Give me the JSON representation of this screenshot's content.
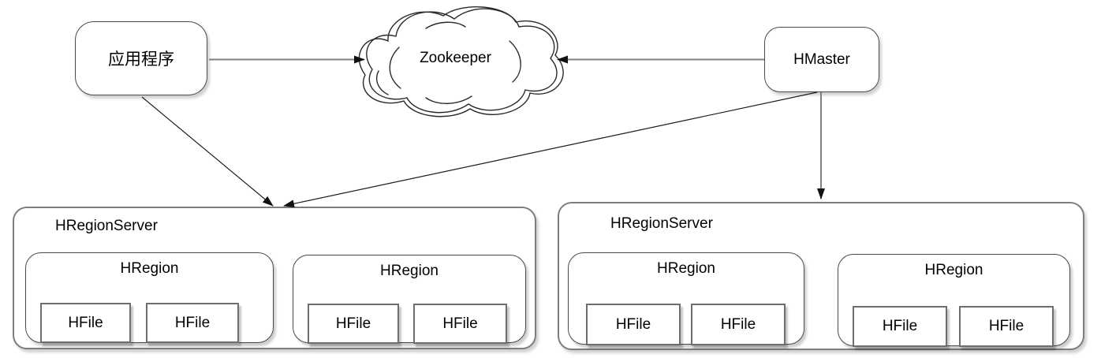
{
  "colors": {
    "background": "#ffffff",
    "text": "#000000",
    "connector_gray": "#808080",
    "connector_black": "#1a1a1a",
    "box_border_dark": "#4a4a4a",
    "box_border_gray": "#7d7d7d",
    "hfile_border": "#6e6e6e"
  },
  "diagram": {
    "app": {
      "label": "应用程序"
    },
    "zookeeper": {
      "label": "Zookeeper"
    },
    "hmaster": {
      "label": "HMaster"
    },
    "servers": [
      {
        "label": "HRegionServer",
        "regions": [
          {
            "label": "HRegion",
            "files": [
              {
                "label": "HFile"
              },
              {
                "label": "HFile"
              }
            ]
          },
          {
            "label": "HRegion",
            "files": [
              {
                "label": "HFile"
              },
              {
                "label": "HFile"
              }
            ]
          }
        ]
      },
      {
        "label": "HRegionServer",
        "regions": [
          {
            "label": "HRegion",
            "files": [
              {
                "label": "HFile"
              },
              {
                "label": "HFile"
              }
            ]
          },
          {
            "label": "HRegion",
            "files": [
              {
                "label": "HFile"
              },
              {
                "label": "HFile"
              }
            ]
          }
        ]
      }
    ],
    "connections": [
      {
        "from": "应用程序",
        "to": "Zookeeper",
        "style": "gray-arrow"
      },
      {
        "from": "HMaster",
        "to": "Zookeeper",
        "style": "gray-arrow"
      },
      {
        "from": "应用程序",
        "to": "HRegionServer-1",
        "style": "black-arrow"
      },
      {
        "from": "HMaster",
        "to": "HRegionServer-1",
        "style": "black-arrow"
      },
      {
        "from": "HMaster",
        "to": "HRegionServer-2",
        "style": "gray-arrow"
      }
    ]
  }
}
